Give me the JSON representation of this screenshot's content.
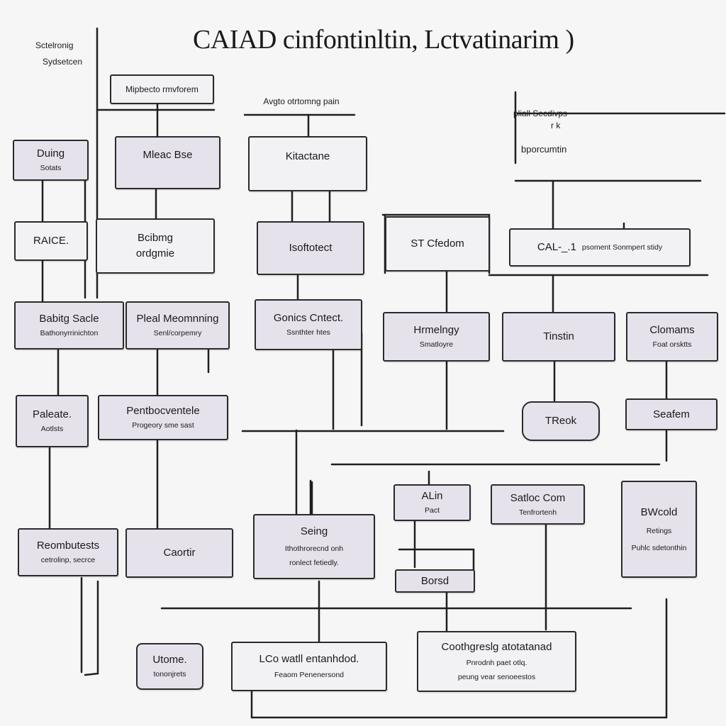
{
  "title": "CAIAD cinfontinltin, Lctvatinarim )",
  "corner_text": [
    "Sctelronig",
    "Sydsetcen"
  ],
  "side_text": {
    "line1": "pliall Secdivps",
    "mark": "r k",
    "line2": "bporcumtin"
  },
  "nodes": {
    "n_top1": {
      "title": "Mipbecto rmvforem"
    },
    "n_top2": {
      "title": "Avgto otrtomng pain"
    },
    "n_duing": {
      "title": "Duing",
      "sub": "Sotats"
    },
    "n_mleac": {
      "title": "Mleac Bse"
    },
    "n_kitact": {
      "title": "Kitactane"
    },
    "n_raice": {
      "title": "RAICE."
    },
    "n_bcibmg": {
      "title": "Bcibmg",
      "sub": "ordgmie"
    },
    "n_isoftect": {
      "title": "Isoftotect"
    },
    "n_stcfedom": {
      "title": "ST Cfedom"
    },
    "n_cal": {
      "title": "CAL-_.1",
      "sub": "psoment Sonmpert stidy"
    },
    "n_babitg": {
      "title": "Babitg Sacle",
      "sub": "Bathonyrrinichton"
    },
    "n_pleal": {
      "title": "Pleal Meomnning",
      "sub": "Senl/corpemry"
    },
    "n_gonics": {
      "title": "Gonics Cntect.",
      "sub": "Ssnthter htes"
    },
    "n_hrmelgy": {
      "title": "Hrmelngy",
      "sub": "Smatloyre"
    },
    "n_tinstin": {
      "title": "Tinstin"
    },
    "n_clomams": {
      "title": "Clomams",
      "sub": "Foat orsktts"
    },
    "n_paleate": {
      "title": "Paleate.",
      "sub": "Aotlsts"
    },
    "n_pentbo": {
      "title": "Pentbocventele",
      "sub": "Progeory sme sast"
    },
    "n_treok": {
      "title": "TReok"
    },
    "n_seofem": {
      "title": "Seafem"
    },
    "n_alin": {
      "title": "ALin",
      "sub": "Pact"
    },
    "n_satloc": {
      "title": "Satloc Com",
      "sub": "Tenfrortenh"
    },
    "n_bwcold": {
      "title": "BWcold",
      "sub": "Retings",
      "sub2": "Puhlc sdetonthin"
    },
    "n_reombt": {
      "title": "Reombutests",
      "sub": "cetrolinp, secrce"
    },
    "n_caortir": {
      "title": "Caortir"
    },
    "n_seing": {
      "title": "Seing",
      "sub": "Ithothrorecnd onh",
      "sub2": "ronlect fetiedly."
    },
    "n_borsd": {
      "title": "Borsd"
    },
    "n_utome": {
      "title": "Utome.",
      "sub": "tononjrets"
    },
    "n_lco": {
      "title": "LCo watll entanhdod.",
      "sub": "Feaom Penenersond"
    },
    "n_cotihg": {
      "title": "Coothgreslg atotatanad",
      "sub": "Pnrodnh paet otlq.",
      "sub2": "peung vear senoeestos"
    }
  }
}
